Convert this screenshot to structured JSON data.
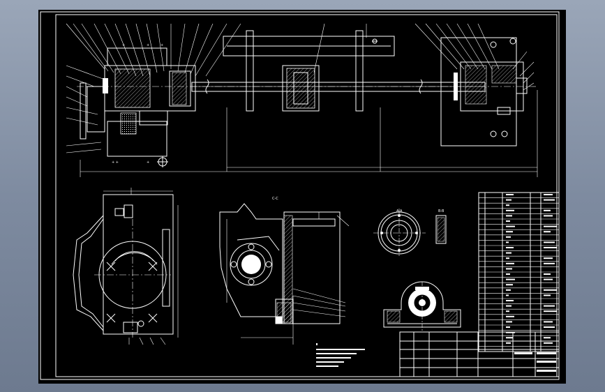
{
  "drawing": {
    "section_labels": {
      "section_c": "C-C",
      "section_a": "A-A",
      "section_b": "B-B"
    },
    "colors": {
      "background": "#000000",
      "lines": "#ffffff",
      "app_background": "#8592a6"
    }
  }
}
